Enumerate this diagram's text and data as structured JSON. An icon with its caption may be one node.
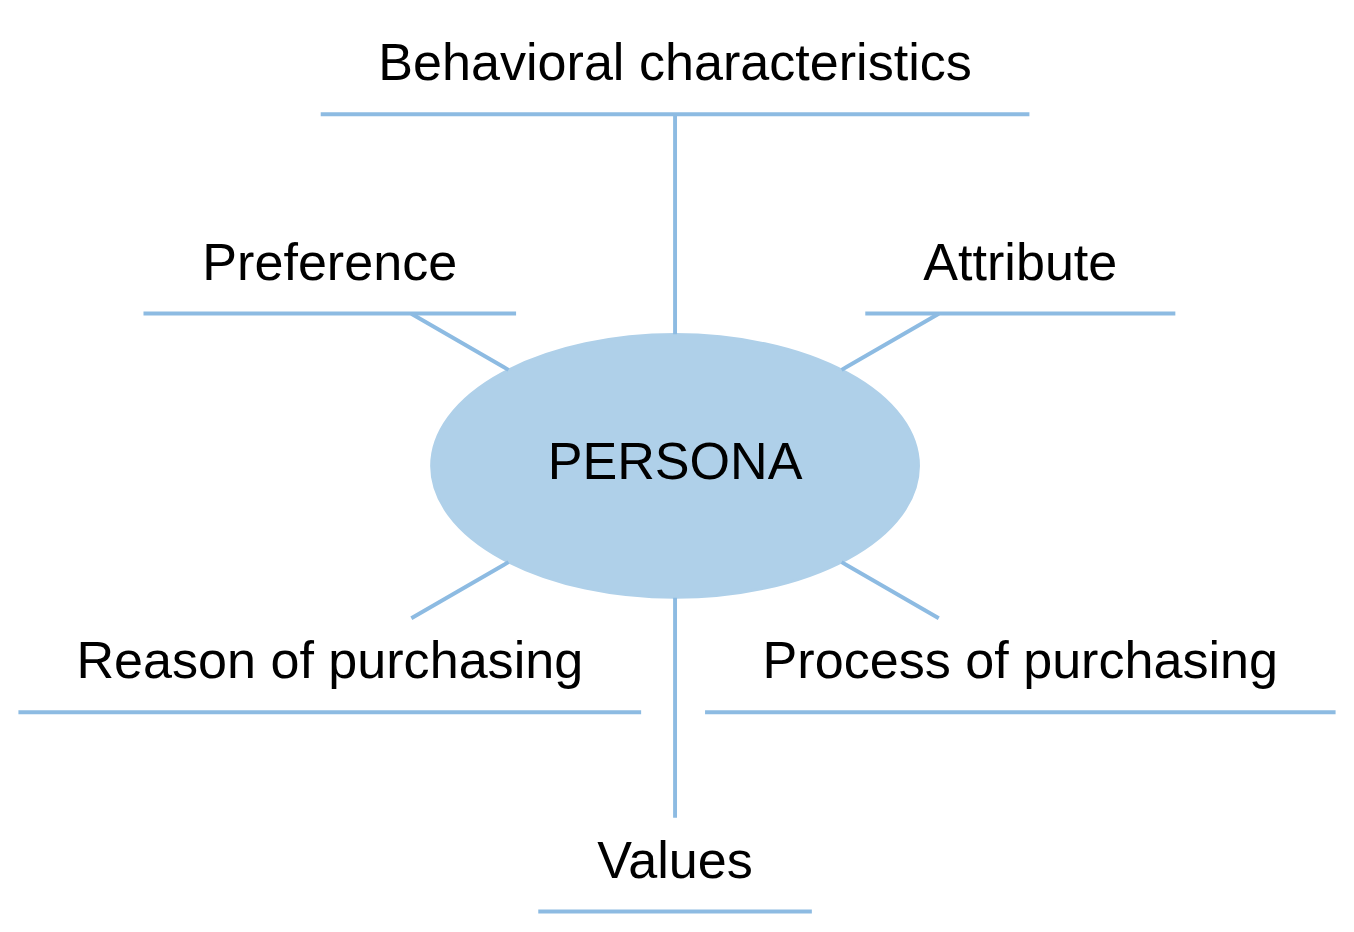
{
  "diagram": {
    "nodes": [
      {
        "text": [
          "PERSONA"
        ]
      },
      {
        "text": [
          "Attribute"
        ]
      },
      {
        "text": [
          "Behavioral characteristics"
        ]
      },
      {
        "text": [
          "Preference"
        ]
      },
      {
        "text": [
          "Reason of purchasing"
        ]
      },
      {
        "text": [
          "Values"
        ]
      },
      {
        "text": [
          "Process of purchasing"
        ]
      }
    ],
    "edges": [
      {
        "from": 0,
        "to": 1,
        "arrow": "none"
      },
      {
        "from": 0,
        "to": 2,
        "arrow": "none"
      },
      {
        "from": 0,
        "to": 3,
        "arrow": "none"
      },
      {
        "from": 0,
        "to": 4,
        "arrow": "none"
      },
      {
        "from": 0,
        "to": 5,
        "arrow": "none"
      },
      {
        "from": 0,
        "to": 6,
        "arrow": "none"
      }
    ]
  }
}
